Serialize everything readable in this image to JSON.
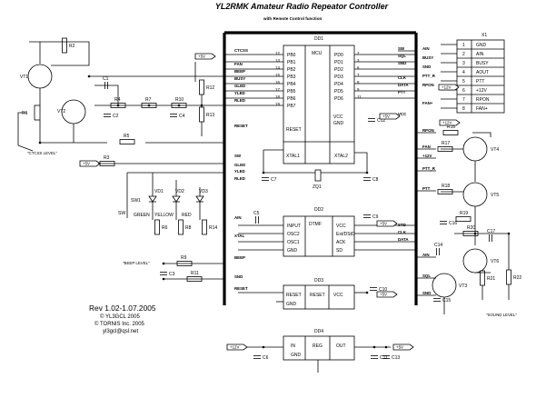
{
  "header": {
    "title": "YL2RMK  Amateur Radio Repeator Controller",
    "subtitle": "with Remote Control function"
  },
  "revision": {
    "rev": "Rev 1.02-1.07.2005",
    "copy1": "© YL3GCL 2005",
    "copy2": "© TORNIS Inc. 2005",
    "email": "yl3gcl@qsl.net"
  },
  "chips": {
    "dd1": {
      "ref": "DD1",
      "name": "MCU",
      "left_pins": [
        "PB0",
        "PB1",
        "PB2",
        "PB3",
        "PB4",
        "PB5",
        "PB6",
        "PB7"
      ],
      "left_nums": [
        "12",
        "13",
        "14",
        "15",
        "16",
        "17",
        "18",
        "19"
      ],
      "right_pins": [
        "PD0",
        "PD1",
        "PD2",
        "PD3",
        "PD4",
        "PD5",
        "PD6"
      ],
      "right_nums": [
        "2",
        "3",
        "6",
        "7",
        "8",
        "9",
        "11"
      ],
      "reset": "RESET",
      "vcc": "VCC",
      "gnd": "GND",
      "xtal1": "XTAL1",
      "xtal2": "XTAL2"
    },
    "dd2": {
      "ref": "DD2",
      "name": "DTMF",
      "pins": [
        "INPUT",
        "OSC2",
        "OSC1",
        "GND"
      ],
      "rpins": [
        "VCC",
        "Est/DStD",
        "ACK",
        "SD"
      ]
    },
    "dd3": {
      "ref": "DD3",
      "pins": [
        "RESET",
        "GND"
      ],
      "mid": "RESET",
      "right": "VCC"
    },
    "dd4": {
      "ref": "DD4",
      "in": "IN",
      "reg": "REG",
      "out": "OUT",
      "gnd": "GND"
    }
  },
  "nets": {
    "left_bus": [
      "CTCSS",
      "FAN",
      "BEEP",
      "BUSY",
      "GLED",
      "YLED",
      "RLED",
      "RESET",
      "SW",
      "GLED",
      "YLED",
      "RLED",
      "AIN",
      "XTAL",
      "BEEP",
      "SND",
      "RESET"
    ],
    "right_bus": [
      "SW",
      "SQL",
      "SND",
      "CLK",
      "DATA",
      "PTT",
      "VCC",
      "STD",
      "CLK",
      "DATA"
    ],
    "labels": [
      "+5V",
      "+12V",
      "+5V",
      "+5V",
      "+5V",
      "+12V",
      "+5V",
      "+5V"
    ]
  },
  "connector": {
    "ref": "X1",
    "nums": [
      "1",
      "2",
      "3",
      "4",
      "5",
      "6",
      "7",
      "8"
    ],
    "names": [
      "GND",
      "AIN",
      "BUSY",
      "AOUT",
      "PTT",
      "+12V",
      "RPON",
      "FAN+"
    ],
    "left": [
      "AIN",
      "BUSY",
      "SND",
      "PTT_R",
      "RPON",
      "FAN+"
    ]
  },
  "parts": {
    "vt1": "VT1",
    "vt2": "VT2",
    "vt3": "VT3",
    "vt4": "VT4",
    "vt5": "VT5",
    "vt6": "VT6",
    "r1": "R1",
    "r2": "R2",
    "r3": "R3",
    "r4": "R4",
    "r5": "R5",
    "r6": "R6",
    "r7": "R7",
    "r8": "R8",
    "r9": "R9",
    "r10": "R10",
    "r11": "R11",
    "r12": "R12",
    "r13": "R13",
    "r14": "R14",
    "r15": "R15",
    "r16": "R16",
    "r17": "R17",
    "r18": "R18",
    "r19": "R19",
    "r20": "R20",
    "r21": "R21",
    "r22": "R22",
    "c1": "C1",
    "c2": "C2",
    "c3": "C3",
    "c4": "C4",
    "c5": "C5",
    "c6": "C6",
    "c7": "C7",
    "c8": "C8",
    "c9": "C9",
    "c10": "C10",
    "c11": "C11",
    "c12": "C12",
    "c13": "C13",
    "c14": "C14",
    "c15": "C15",
    "c16": "C16",
    "c17": "C17",
    "zq1": "ZQ1",
    "sw1": "SW1",
    "sw": "SW",
    "vd1": "VD1",
    "vd2": "VD2",
    "vd3": "VD3",
    "green": "GREEN",
    "yellow": "YELLOW",
    "red": "RED",
    "ctcss_level": "\"CTCSS LEVEL\"",
    "beep_level": "\"BEEP LEVEL\"",
    "sound_level": "\"SOUND LEVEL\"",
    "rpon": "RPON",
    "fan": "FAN",
    "ptt": "PTT",
    "ptt_r": "PTT_R",
    "ain": "AIN",
    "sql": "SQL",
    "snd": "SND",
    "std": "STD"
  }
}
